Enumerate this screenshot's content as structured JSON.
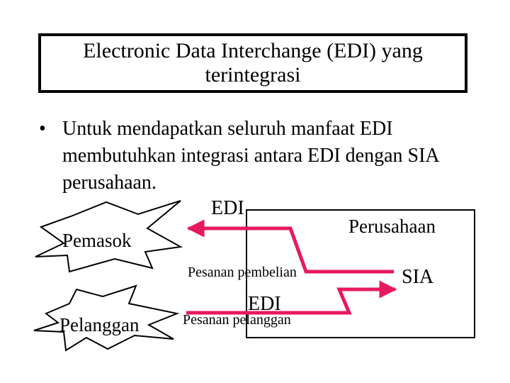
{
  "title": "Electronic Data Interchange (EDI) yang terintegrasi",
  "bullet": {
    "symbol": "•",
    "text": "Untuk mendapatkan seluruh manfaat EDI membutuhkan integrasi antara EDI dengan SIA perusahaan."
  },
  "diagram": {
    "supplier_label": "Pemasok",
    "customer_label": "Pelanggan",
    "company_label": "Perusahaan",
    "sia_label": "SIA",
    "edi_top_label": "EDI",
    "edi_bottom_label": "EDI",
    "purchase_order_label": "Pesanan pembelian",
    "customer_order_label": "Pesanan pelanggan"
  },
  "colors": {
    "arrow": "#e6195f",
    "outline": "#000000"
  }
}
